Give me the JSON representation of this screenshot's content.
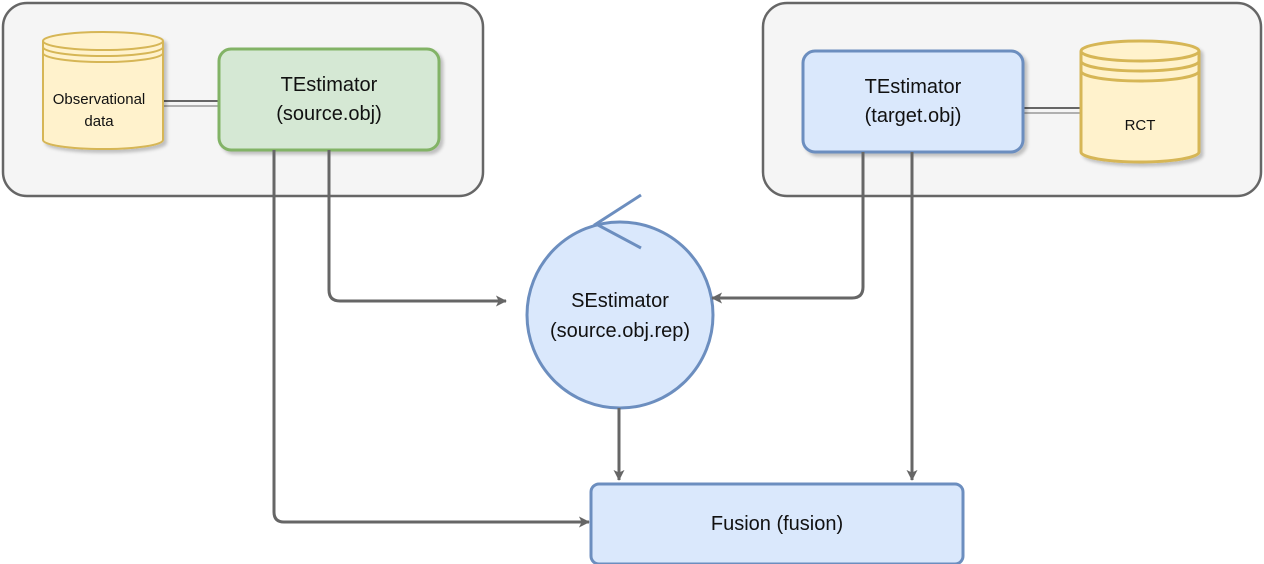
{
  "observational_db": {
    "line1": "Observational",
    "line2": "data"
  },
  "source_te": {
    "line1": "TEstimator",
    "line2": "(source.obj)"
  },
  "target_te": {
    "line1": "TEstimator",
    "line2": "(target.obj)"
  },
  "rct_db": {
    "label": "RCT"
  },
  "se": {
    "line1": "SEstimator",
    "line2": "(source.obj.rep)"
  },
  "fusion": {
    "label": "Fusion (fusion)"
  },
  "colors": {
    "group_fill": "#f5f5f5",
    "group_stroke": "#666666",
    "db_fill": "#fff2cc",
    "db_stroke": "#d6b656",
    "source_fill": "#d5e8d4",
    "source_stroke": "#82b366",
    "blue_fill": "#dae8fc",
    "blue_stroke": "#6c8ebf",
    "edge": "#666666"
  }
}
